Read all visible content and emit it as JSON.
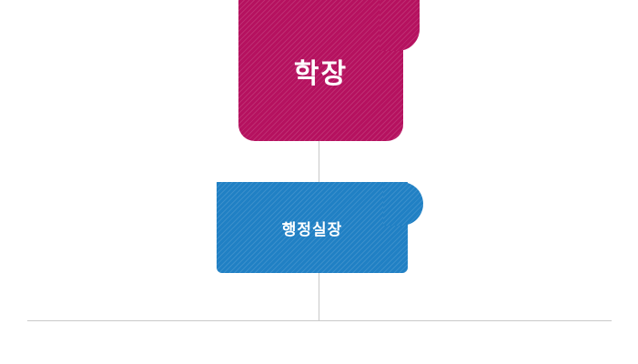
{
  "page": {
    "background_color": "#ffffff"
  },
  "org_chart": {
    "type": "org-tree",
    "connector_color": "#c9c9c9",
    "nodes": [
      {
        "id": "dean",
        "label": "학장",
        "level": 1,
        "color": "#b5115f",
        "text_color": "#ffffff"
      },
      {
        "id": "admin-office-head",
        "label": "행정실장",
        "level": 2,
        "color": "#2080c4",
        "text_color": "#ffffff"
      }
    ]
  }
}
